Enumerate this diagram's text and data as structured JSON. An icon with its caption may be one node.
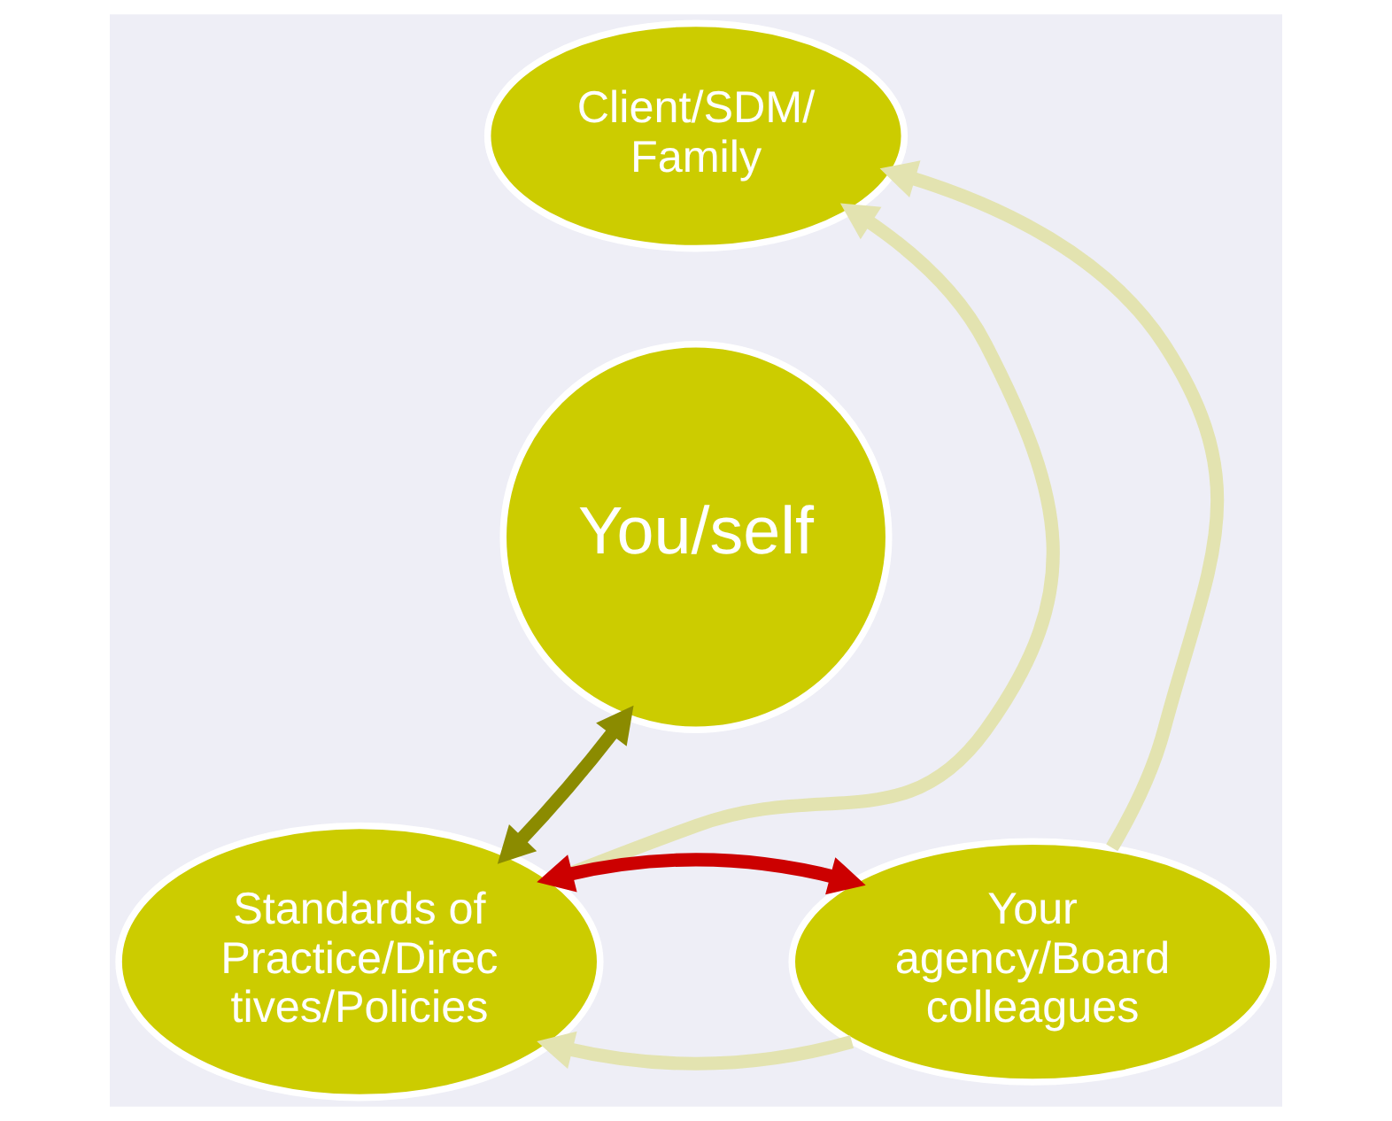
{
  "diagram": {
    "nodes": [
      {
        "text": [
          "Client/SDM/ Family"
        ]
      },
      {
        "text": [
          "You/self"
        ]
      },
      {
        "text": [
          "Standards of Practice/Direc tives/Policies"
        ]
      },
      {
        "text": [
          "Your agency/Board colleagues"
        ]
      }
    ],
    "edges": [
      {
        "from": 2,
        "to": 0,
        "arrow": "to",
        "color": "#e3e3b0"
      },
      {
        "from": 3,
        "to": 0,
        "arrow": "to",
        "color": "#e3e3b0"
      },
      {
        "from": 3,
        "to": 2,
        "arrow": "to",
        "color": "#e3e3b0"
      },
      {
        "from": 2,
        "to": 1,
        "arrow": "both",
        "color": "#8b8b00"
      },
      {
        "from": 2,
        "to": 3,
        "arrow": "both",
        "color": "#cc0000"
      }
    ]
  }
}
